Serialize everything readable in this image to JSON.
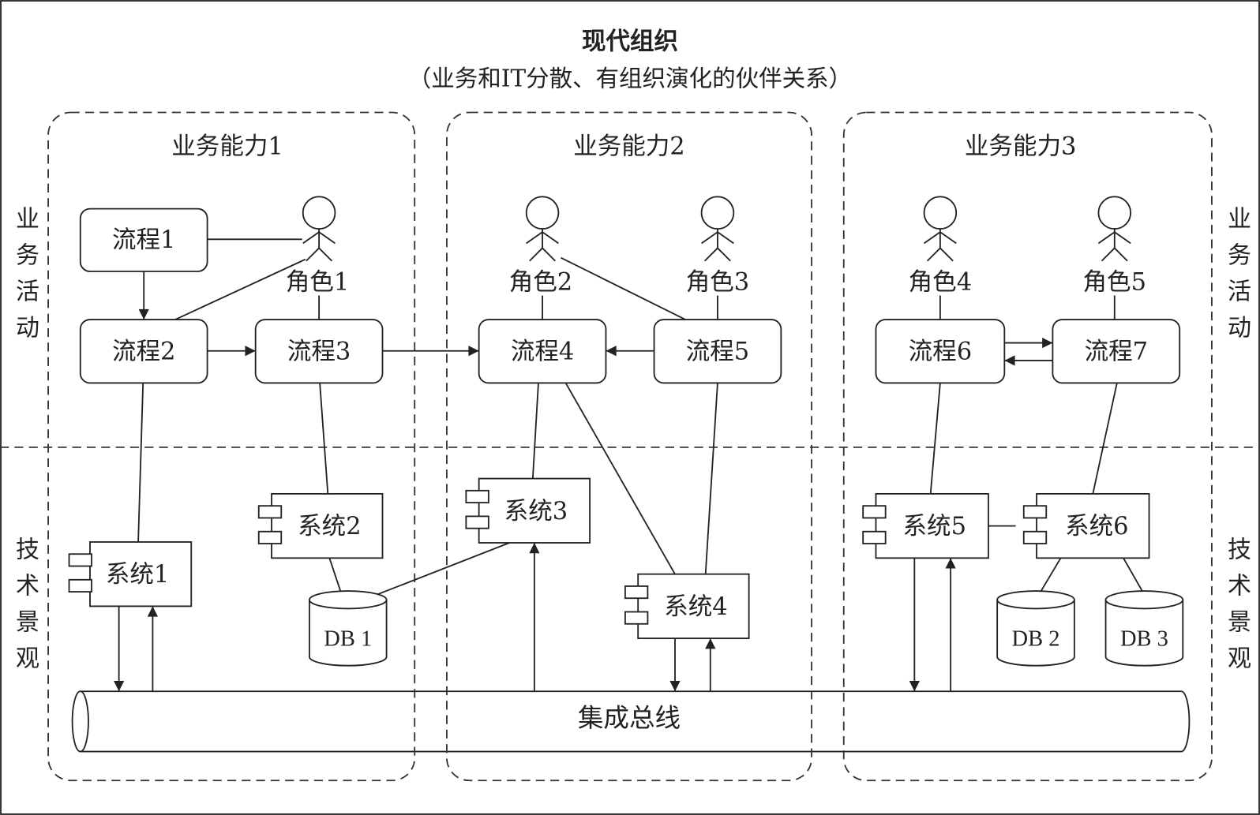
{
  "title": "现代组织",
  "subtitle": "（业务和IT分散、有组织演化的伙伴关系）",
  "layers": {
    "business": "业务活动",
    "technology": "技术景观"
  },
  "capabilities": [
    "业务能力1",
    "业务能力2",
    "业务能力3"
  ],
  "processes": [
    "流程1",
    "流程2",
    "流程3",
    "流程4",
    "流程5",
    "流程6",
    "流程7"
  ],
  "roles": [
    "角色1",
    "角色2",
    "角色3",
    "角色4",
    "角色5"
  ],
  "systems": [
    "系统1",
    "系统2",
    "系统3",
    "系统4",
    "系统5",
    "系统6"
  ],
  "databases": [
    "DB 1",
    "DB 2",
    "DB 3"
  ],
  "bus": "集成总线",
  "colors": {
    "stroke": "#222222",
    "background": "#ffffff"
  }
}
